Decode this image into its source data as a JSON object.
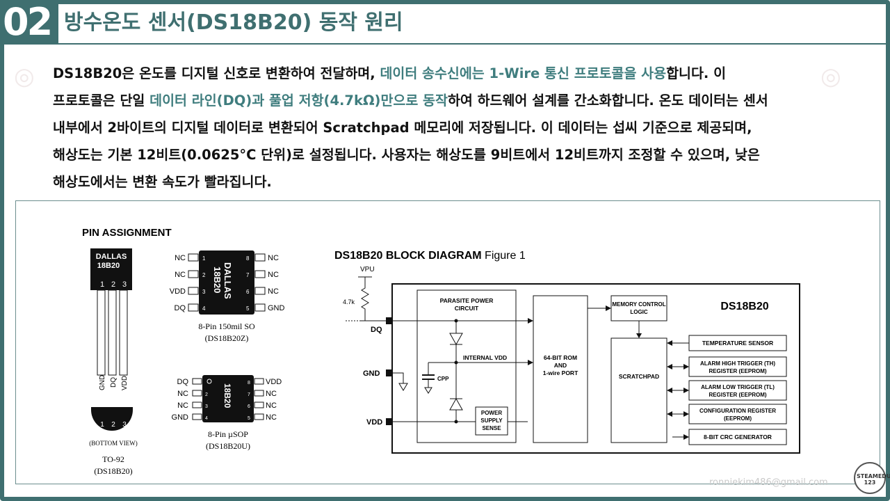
{
  "header": {
    "number": "02",
    "title": "방수온도 센서(DS18B20) 동작 원리"
  },
  "body": {
    "line1_a": "DS18B20은 온도를 디지털 신호로 변환하여 전달하며, ",
    "line1_hl": "데이터 송수신에는 1-Wire 통신 프로토콜을 사용",
    "line1_b": "합니다. 이",
    "line2_a": "프로토콜은 단일 ",
    "line2_hl": "데이터 라인(DQ)과 풀업 저항(4.7kΩ)만으로 동작",
    "line2_b": "하여 하드웨어 설계를 간소화합니다. 온도 데이터는 센서",
    "line3": "내부에서 2바이트의 디지털 데이터로 변환되어 Scratchpad 메모리에 저장됩니다. 이 데이터는 섭씨 기준으로 제공되며,",
    "line4": "해상도는 기본 12비트(0.0625°C 단위)로 설정됩니다. 사용자는 해상도를 9비트에서 12비트까지 조정할 수 있으며, 낮은",
    "line5": "해상도에서는 변환 속도가 빨라집니다."
  },
  "figure": {
    "pin_title": "PIN ASSIGNMENT",
    "to92": {
      "brand": "DALLAS",
      "part": "18B20",
      "pins": [
        "1",
        "2",
        "3"
      ],
      "pin_names": [
        "GND",
        "DQ",
        "VDD"
      ],
      "view": "(BOTTOM VIEW)",
      "package": "TO-92",
      "package_part": "(DS18B20)"
    },
    "so8": {
      "brand": "DALLAS",
      "part": "18B20",
      "left_pins": [
        {
          "name": "NC",
          "num": "1"
        },
        {
          "name": "NC",
          "num": "2"
        },
        {
          "name": "VDD",
          "num": "3"
        },
        {
          "name": "DQ",
          "num": "4"
        }
      ],
      "right_pins": [
        {
          "name": "NC",
          "num": "8"
        },
        {
          "name": "NC",
          "num": "7"
        },
        {
          "name": "NC",
          "num": "6"
        },
        {
          "name": "GND",
          "num": "5"
        }
      ],
      "caption1": "8-Pin 150mil SO",
      "caption2": "(DS18B20Z)"
    },
    "usop": {
      "part": "18B20",
      "left_pins": [
        {
          "name": "DQ",
          "num": "1"
        },
        {
          "name": "NC",
          "num": "2"
        },
        {
          "name": "NC",
          "num": "3"
        },
        {
          "name": "GND",
          "num": "4"
        }
      ],
      "right_pins": [
        {
          "name": "VDD",
          "num": "8"
        },
        {
          "name": "NC",
          "num": "7"
        },
        {
          "name": "NC",
          "num": "6"
        },
        {
          "name": "NC",
          "num": "5"
        }
      ],
      "caption1": "8-Pin µSOP",
      "caption2": "(DS18B20U)"
    },
    "block": {
      "title_bold": "DS18B20 BLOCK DIAGRAM",
      "title_rest": " Figure 1",
      "chip": "DS18B20",
      "vpu": "VPU",
      "resistor": "4.7k",
      "dq": "DQ",
      "gnd": "GND",
      "vdd": "VDD",
      "parasite_1": "PARASITE POWER",
      "parasite_2": "CIRCUIT",
      "internal": "INTERNAL VDD",
      "cpp": "CPP",
      "power_1": "POWER",
      "power_2": "SUPPLY",
      "power_3": "SENSE",
      "rom_1": "64-BIT ROM",
      "rom_2": "AND",
      "rom_3": "1-wire PORT",
      "mem_1": "MEMORY CONTROL",
      "mem_2": "LOGIC",
      "scratch": "SCRATCHPAD",
      "temp": "TEMPERATURE SENSOR",
      "alarm_h1": "ALARM HIGH TRIGGER (TH)",
      "alarm_h2": "REGISTER (EEPROM)",
      "alarm_l1": "ALARM LOW TRIGGER (TL)",
      "alarm_l2": "REGISTER (EEPROM)",
      "config_1": "CONFIGURATION REGISTER",
      "config_2": "(EEPROM)",
      "crc": "8-BIT CRC GENERATOR"
    }
  },
  "footer": {
    "email": "ronniekim486@gmail.com",
    "logo_text": "STEAMEDU 123"
  },
  "colors": {
    "accent": "#3f6f70",
    "highlight": "#3f7d7e"
  }
}
